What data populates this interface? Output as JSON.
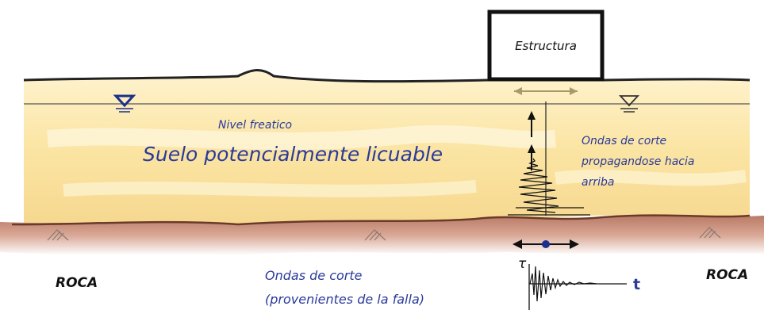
{
  "labels": {
    "structure": "Estructura",
    "water_table": "Nivel freatico",
    "soil": "Suelo potencialmente licuable",
    "waves_up_1": "Ondas de corte",
    "waves_up_2": "propagandose hacia",
    "waves_up_3": "arriba",
    "rock_left": "ROCA",
    "rock_right": "ROCA",
    "waves_fault_1": "Ondas de corte",
    "waves_fault_2": "(provenientes de la falla)",
    "tau": "τ",
    "time": "t"
  },
  "colors": {
    "soil": "#fbe7a6",
    "soil_light": "#fff6d8",
    "rock": "#c98f78",
    "text_blue": "#2b3a9a",
    "water_symbol": "#1c2f8a"
  },
  "icons": [
    "water-table-symbol",
    "fault-mark",
    "shear-arrow",
    "wave-trace"
  ]
}
